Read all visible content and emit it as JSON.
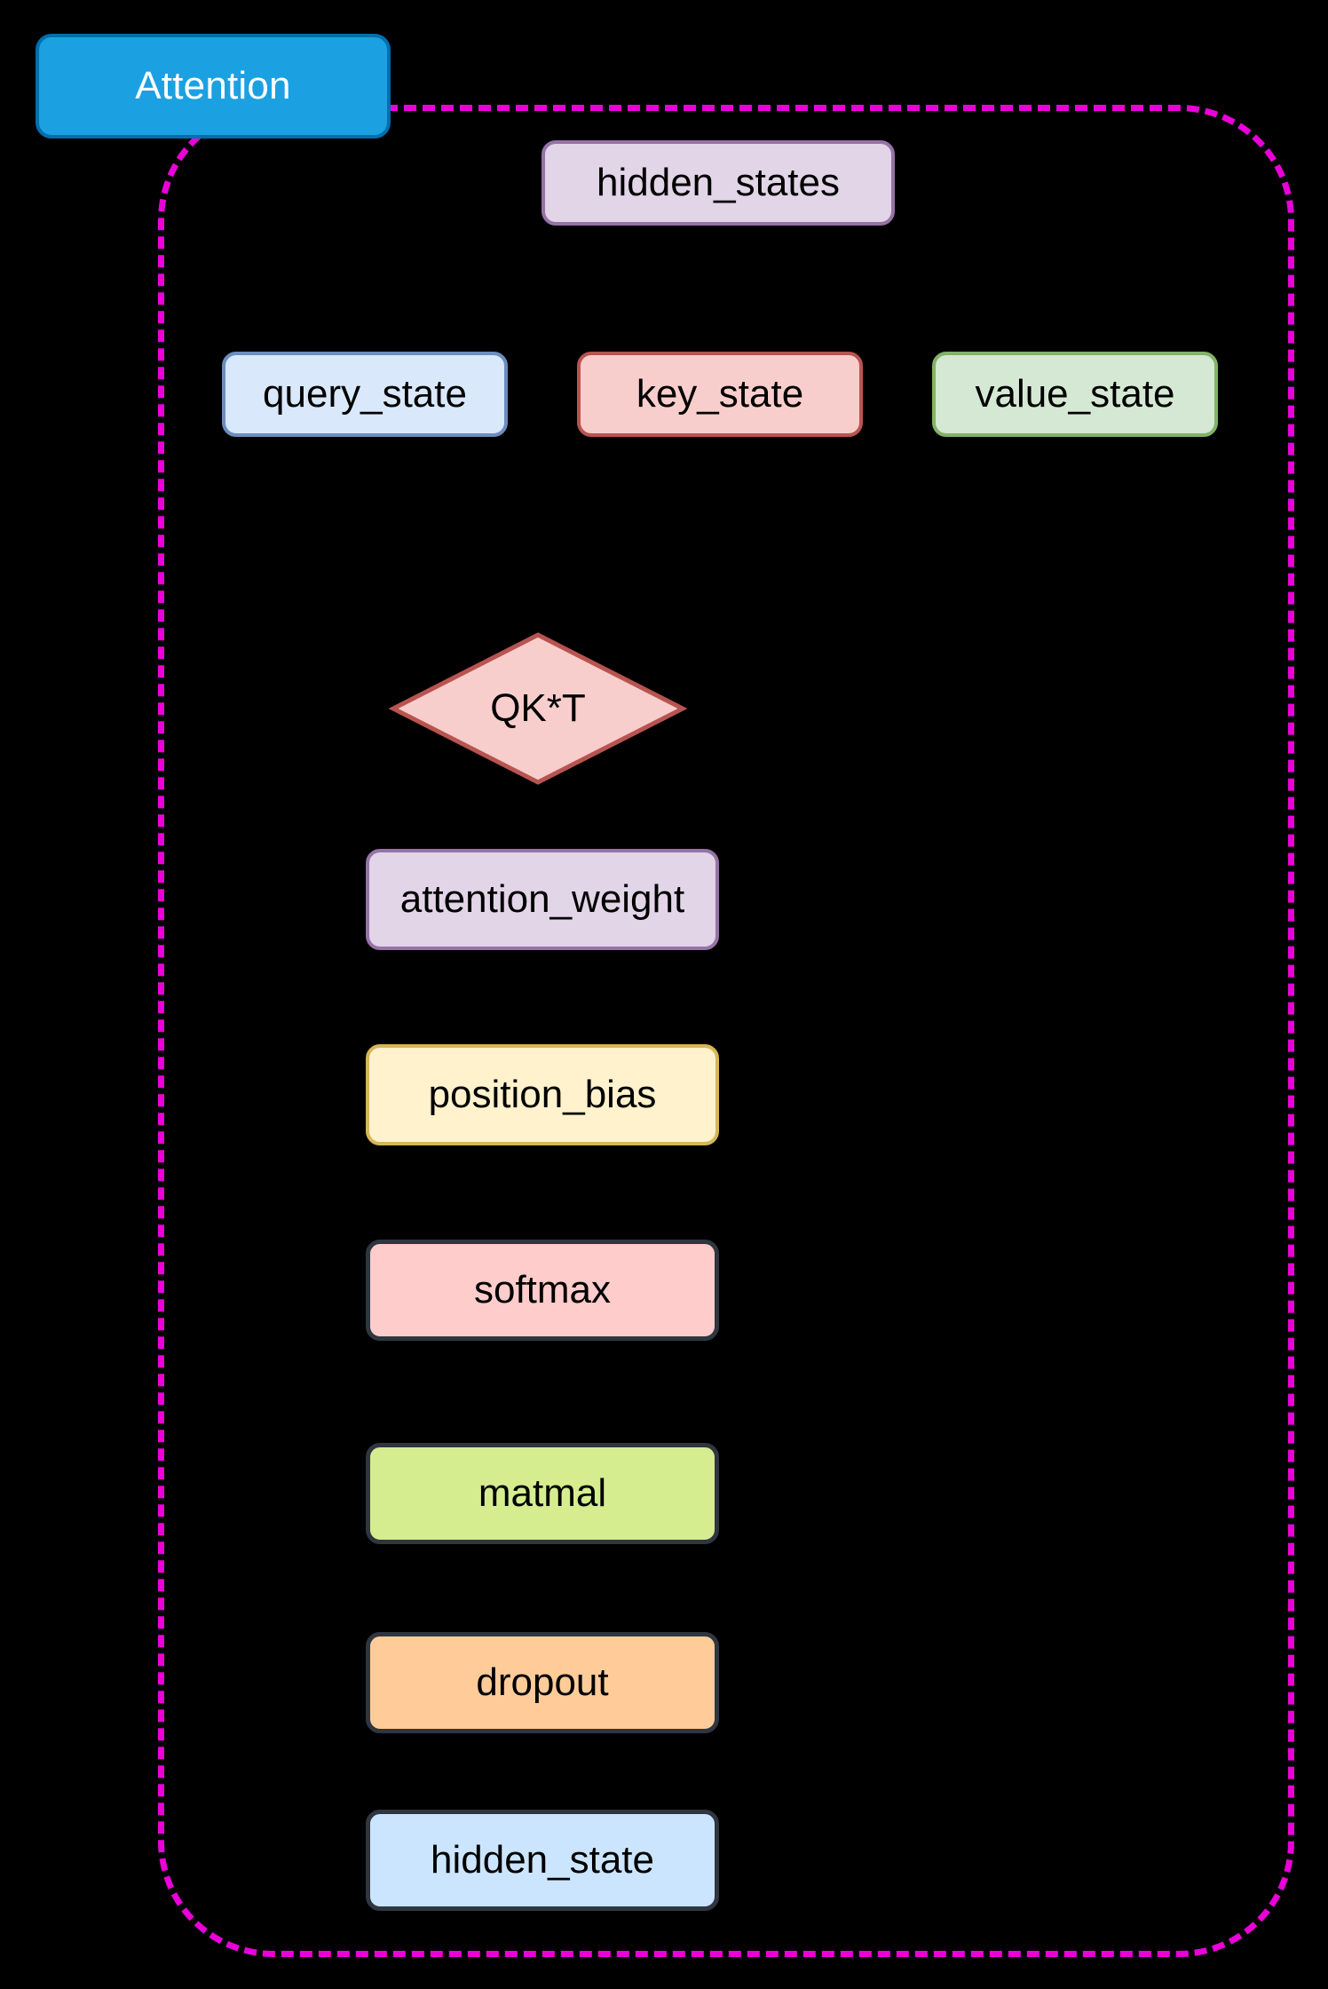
{
  "diagram": {
    "background_color": "#000000",
    "title_chip": {
      "label": "Attention",
      "fill": "#1ba1e2",
      "stroke": "#006eaf",
      "text_color": "#ffffff"
    },
    "container": {
      "name": "attention-subgraph",
      "stroke": "#ea00d9",
      "style": "dashed"
    },
    "nodes": [
      {
        "id": "hidden_states",
        "label": "hidden_states",
        "shape": "rounded-rect",
        "fill": "#e1d5e7",
        "stroke": "#9673a6"
      },
      {
        "id": "query_state",
        "label": "query_state",
        "shape": "rounded-rect",
        "fill": "#dae8fc",
        "stroke": "#6c8ebf"
      },
      {
        "id": "key_state",
        "label": "key_state",
        "shape": "rounded-rect",
        "fill": "#f8cecc",
        "stroke": "#b85450"
      },
      {
        "id": "value_state",
        "label": "value_state",
        "shape": "rounded-rect",
        "fill": "#d5e8d4",
        "stroke": "#82b366"
      },
      {
        "id": "qkt",
        "label": "QK*T",
        "shape": "diamond",
        "fill": "#f8cecc",
        "stroke": "#b85450"
      },
      {
        "id": "attention_weight",
        "label": "attention_weight",
        "shape": "rounded-rect",
        "fill": "#e1d5e7",
        "stroke": "#9673a6"
      },
      {
        "id": "position_bias",
        "label": "position_bias",
        "shape": "rounded-rect",
        "fill": "#fff2cc",
        "stroke": "#d6b656"
      },
      {
        "id": "softmax",
        "label": "softmax",
        "shape": "rounded-rect",
        "fill": "#ffcccc",
        "stroke": "#2f3640"
      },
      {
        "id": "matmal",
        "label": "matmal",
        "shape": "rounded-rect",
        "fill": "#d5ed8f",
        "stroke": "#2f3640"
      },
      {
        "id": "dropout",
        "label": "dropout",
        "shape": "rounded-rect",
        "fill": "#ffcc99",
        "stroke": "#2f3640"
      },
      {
        "id": "hidden_state",
        "label": "hidden_state",
        "shape": "rounded-rect",
        "fill": "#cce5ff",
        "stroke": "#2f3640"
      }
    ]
  }
}
